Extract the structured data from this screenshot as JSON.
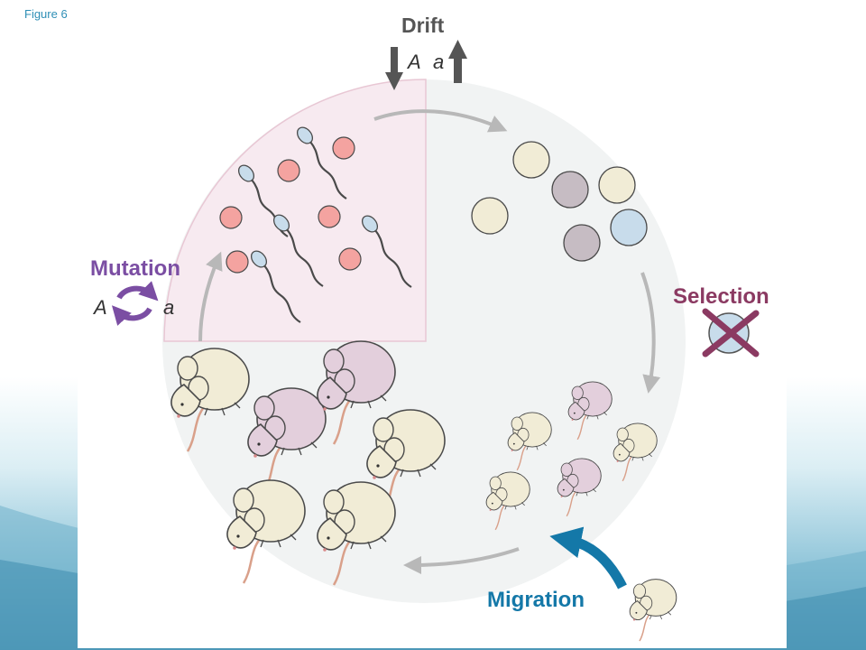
{
  "figure_label": "Figure 6",
  "forces": {
    "drift": {
      "title": "Drift",
      "allele_upper": "A",
      "allele_lower": "a"
    },
    "mutation": {
      "title": "Mutation",
      "allele_upper": "A",
      "allele_lower": "a"
    },
    "selection": {
      "title": "Selection"
    },
    "migration": {
      "title": "Migration"
    }
  },
  "colors": {
    "drift": "#555555",
    "mutation": "#7b4ea3",
    "selection": "#8b3a62",
    "migration": "#1478a8",
    "cycle_arrow": "#b8b8b8",
    "circle_bg": "#f1f3f3",
    "gamete_bg": "#f7eaf0"
  }
}
